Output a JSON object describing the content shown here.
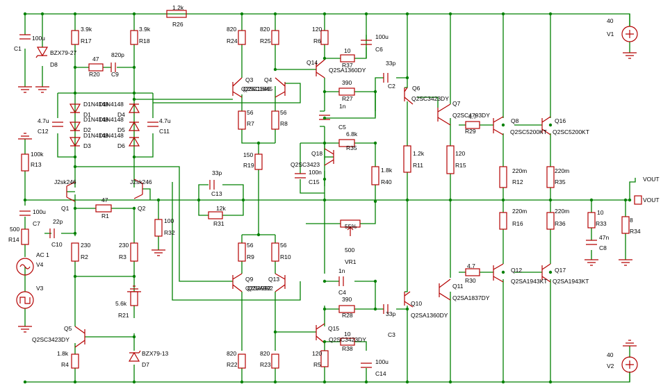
{
  "components": {
    "R26": {
      "ref": "R26",
      "value": "1.2k"
    },
    "R17": {
      "ref": "R17",
      "value": "3.9k"
    },
    "R18": {
      "ref": "R18",
      "value": "3.9k"
    },
    "R20": {
      "ref": "R20",
      "value": "47"
    },
    "C9": {
      "ref": "C9",
      "value": "820p"
    },
    "C1": {
      "ref": "C1",
      "value": "100u"
    },
    "D8": {
      "ref": "D8",
      "value": "BZX79-27"
    },
    "R24": {
      "ref": "R24",
      "value": "820"
    },
    "R25": {
      "ref": "R25",
      "value": "820"
    },
    "R6": {
      "ref": "R6",
      "value": "120"
    },
    "C6": {
      "ref": "C6",
      "value": "100u"
    },
    "R37": {
      "ref": "R37",
      "value": "10"
    },
    "Q14": {
      "ref": "Q14",
      "value": "Q2SA1360DY"
    },
    "Q3": {
      "ref": "Q3",
      "value": "Q2SC1845"
    },
    "Q4": {
      "ref": "Q4",
      "value": "Q2SC1845"
    },
    "D1": {
      "ref": "D1",
      "value": "D1N4148"
    },
    "D2": {
      "ref": "D2",
      "value": "D1N4148"
    },
    "D3": {
      "ref": "D3",
      "value": "D1N4148"
    },
    "D4": {
      "ref": "D4",
      "value": "D1N4148"
    },
    "D5": {
      "ref": "D5",
      "value": "D1N4148"
    },
    "D6": {
      "ref": "D6",
      "value": "D1N4148"
    },
    "C12": {
      "ref": "C12",
      "value": "4.7u"
    },
    "C11": {
      "ref": "C11",
      "value": "4.7u"
    },
    "R7": {
      "ref": "R7",
      "value": "56"
    },
    "R8": {
      "ref": "R8",
      "value": "56"
    },
    "C2": {
      "ref": "C2",
      "value": "33p"
    },
    "R27": {
      "ref": "R27",
      "value": "390"
    },
    "C5": {
      "ref": "C5",
      "value": "1n"
    },
    "Q6": {
      "ref": "Q6",
      "value": "Q2SC3423DY"
    },
    "Q7": {
      "ref": "Q7",
      "value": "Q2SC4793DY"
    },
    "R29": {
      "ref": "R29",
      "value": "4.7"
    },
    "Q8": {
      "ref": "Q8",
      "value": "Q2SC5200KT"
    },
    "Q16": {
      "ref": "Q16",
      "value": "Q2SC5200KT"
    },
    "V1": {
      "ref": "V1",
      "value": "40"
    },
    "R13": {
      "ref": "R13",
      "value": "100k"
    },
    "R19": {
      "ref": "R19",
      "value": "150"
    },
    "R35b": {
      "ref": "R35",
      "value": "6.8k"
    },
    "Q18": {
      "ref": "Q18",
      "value": "Q2SC3423"
    },
    "C15": {
      "ref": "C15",
      "value": "100n"
    },
    "R40": {
      "ref": "R40",
      "value": "1.8k"
    },
    "R11": {
      "ref": "R11",
      "value": "1.2k"
    },
    "R15": {
      "ref": "R15",
      "value": "120"
    },
    "R12": {
      "ref": "R12",
      "value": "220m"
    },
    "R35": {
      "ref": "R35",
      "value": "220m"
    },
    "Q1": {
      "ref": "Q1",
      "value": "J2sk246"
    },
    "Q2": {
      "ref": "Q2",
      "value": "J2sk246"
    },
    "R1": {
      "ref": "R1",
      "value": "47"
    },
    "C13": {
      "ref": "C13",
      "value": "33p"
    },
    "R31": {
      "ref": "R31",
      "value": "12k"
    },
    "C7": {
      "ref": "C7",
      "value": "100u"
    },
    "R32": {
      "ref": "R32",
      "value": "100"
    },
    "C10": {
      "ref": "C10",
      "value": "22p"
    },
    "R14": {
      "ref": "R14",
      "value": "500"
    },
    "VR1": {
      "ref": "VR1",
      "value": "500",
      "setting": "55%"
    },
    "R16": {
      "ref": "R16",
      "value": "220m"
    },
    "R36": {
      "ref": "R36",
      "value": "220m"
    },
    "R33": {
      "ref": "R33",
      "value": "10"
    },
    "C8": {
      "ref": "C8",
      "value": "47n"
    },
    "R34": {
      "ref": "R34",
      "value": "8"
    },
    "R2": {
      "ref": "R2",
      "value": "230"
    },
    "R3": {
      "ref": "R3",
      "value": "230"
    },
    "R9": {
      "ref": "R9",
      "value": "56"
    },
    "R10": {
      "ref": "R10",
      "value": "56"
    },
    "V4": {
      "ref": "V4",
      "value": "AC 1"
    },
    "V3": {
      "ref": "V3",
      "value": ""
    },
    "C4": {
      "ref": "C4",
      "value": "1n"
    },
    "R30": {
      "ref": "R30",
      "value": "4.7"
    },
    "Q12": {
      "ref": "Q12",
      "value": "Q2SA1943KT"
    },
    "Q17": {
      "ref": "Q17",
      "value": "Q2SA1943KT"
    },
    "Q9": {
      "ref": "Q9",
      "value": "Q2SA992"
    },
    "Q13": {
      "ref": "Q13",
      "value": "Q2SA992"
    },
    "Q11": {
      "ref": "Q11",
      "value": "Q2SA1837DY"
    },
    "R28": {
      "ref": "R28",
      "value": "390"
    },
    "R21": {
      "ref": "R21",
      "value": "5.6k"
    },
    "Q10": {
      "ref": "Q10",
      "value": "Q2SA1360DY"
    },
    "C3": {
      "ref": "C3",
      "value": "33p"
    },
    "Q5": {
      "ref": "Q5",
      "value": "Q2SC3423DY"
    },
    "Q15": {
      "ref": "Q15",
      "value": "Q2SC3423DY"
    },
    "R38": {
      "ref": "R38",
      "value": "10"
    },
    "D7": {
      "ref": "D7",
      "value": "BZX79-13"
    },
    "R4": {
      "ref": "R4",
      "value": "1.8k"
    },
    "R22": {
      "ref": "R22",
      "value": "820"
    },
    "R23": {
      "ref": "R23",
      "value": "820"
    },
    "R5": {
      "ref": "R5",
      "value": "120"
    },
    "C14": {
      "ref": "C14",
      "value": "100u"
    },
    "V2": {
      "ref": "V2",
      "value": "40"
    }
  },
  "ports": {
    "vout_label": "VOUT",
    "vout_port": "VOUT"
  },
  "colors": {
    "wire": "#008000",
    "component": "#b40000",
    "text": "#000000",
    "background": "#ffffff"
  }
}
